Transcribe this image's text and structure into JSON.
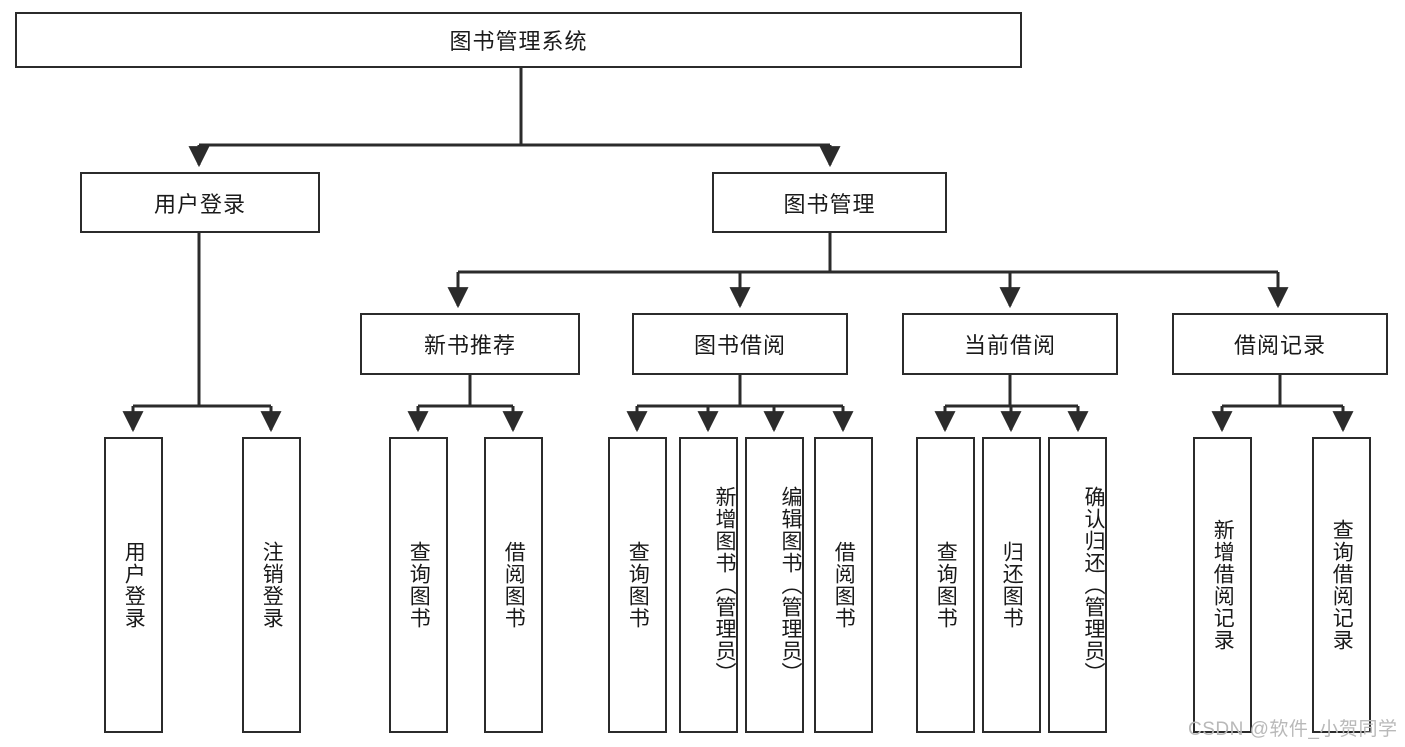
{
  "diagram": {
    "title": "图书管理系统",
    "watermark": "CSDN @软件_小贺同学",
    "colors": {
      "background": "#ffffff",
      "box_border": "#2b2b2b",
      "box_fill": "#ffffff",
      "connector": "#2b2b2b",
      "text": "#1a1a1a",
      "watermark": "#b9b9b9"
    },
    "nodes": {
      "root": "图书管理系统",
      "user_login": "用户登录",
      "book_manage": "图书管理",
      "new_book_rec": "新书推荐",
      "book_borrow": "图书借阅",
      "current_borrow": "当前借阅",
      "borrow_record": "借阅记录",
      "leaf_user_login": "用户登录",
      "leaf_logout": "注销登录",
      "leaf_query_book_1": "查询图书",
      "leaf_borrow_book_1": "借阅图书",
      "leaf_query_book_2": "查询图书",
      "leaf_add_book_admin": "新增图书（管理员）",
      "leaf_edit_book_admin": "编辑图书（管理员）",
      "leaf_borrow_book_2": "借阅图书",
      "leaf_query_book_3": "查询图书",
      "leaf_return_book": "归还图书",
      "leaf_confirm_return_admin": "确认归还（管理员）",
      "leaf_add_borrow_record": "新增借阅记录",
      "leaf_query_borrow_record": "查询借阅记录"
    }
  }
}
